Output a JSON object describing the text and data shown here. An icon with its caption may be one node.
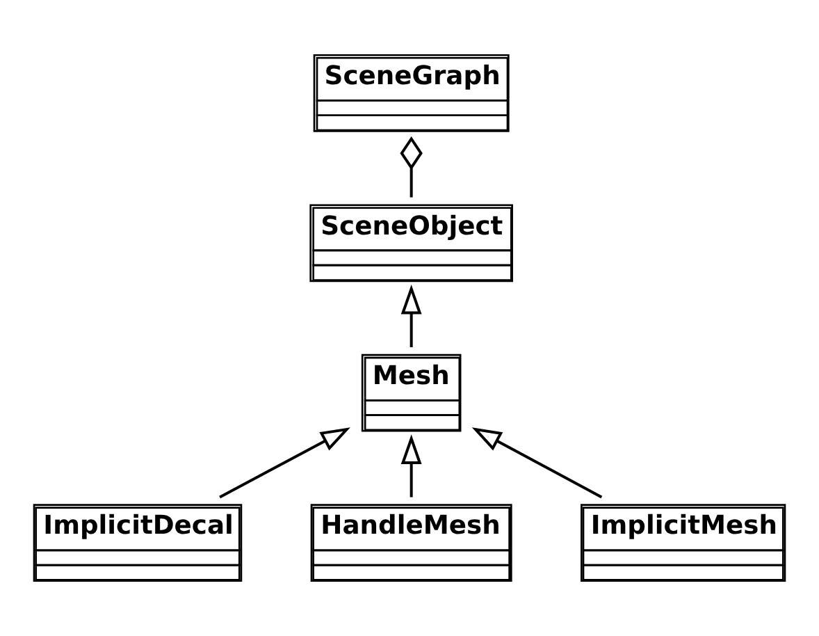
{
  "diagram": {
    "nodes": [
      {
        "text": [
          "SceneGraph"
        ]
      },
      {
        "text": [
          "SceneObject"
        ]
      },
      {
        "text": [
          "Mesh"
        ]
      },
      {
        "text": [
          "ImplicitDecal"
        ]
      },
      {
        "text": [
          "HandleMesh"
        ]
      },
      {
        "text": [
          "ImplicitMesh"
        ]
      }
    ],
    "edges": [
      {
        "from": 1,
        "to": 0,
        "arrow": "other"
      },
      {
        "from": 2,
        "to": 1,
        "arrow": "to"
      },
      {
        "from": 3,
        "to": 2,
        "arrow": "to"
      },
      {
        "from": 4,
        "to": 2,
        "arrow": "to"
      },
      {
        "from": 5,
        "to": 2,
        "arrow": "to"
      }
    ]
  }
}
